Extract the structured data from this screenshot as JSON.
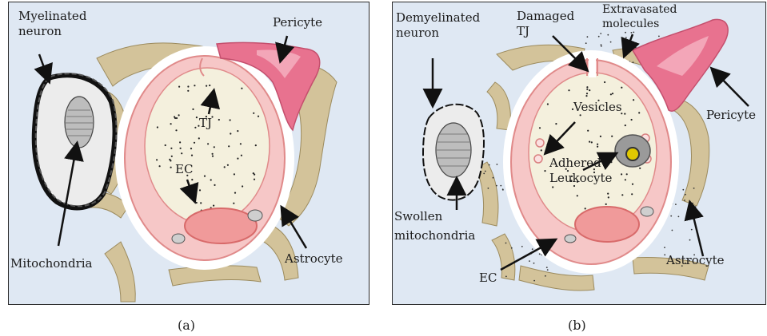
{
  "panel_a": {
    "labels": {
      "myelinated": "Myelinated\nneuron",
      "pericyte": "Pericyte",
      "tj": "TJ",
      "ec": "EC",
      "mitochondria": "Mitochondria",
      "astrocyte": "Astrocyte"
    },
    "caption": "(a)"
  },
  "panel_b": {
    "labels": {
      "demyelinated": "Demyelinated\nneuron",
      "damaged_tj": "Damaged\nTJ",
      "extravasated": "Extravasated\nmolecules",
      "pericyte": "Pericyte",
      "vesicles": "Vesicles",
      "adhered": "Adhered\nLeukocyte",
      "swollen": "Swollen\nmitochondria",
      "astrocyte": "Astrocyte",
      "ec": "EC"
    },
    "caption": "(b)"
  },
  "colors": {
    "background": "#dfe8f3",
    "astrocyte": "#d3c39a",
    "endothelium": "#f6c7c7",
    "lumen": "#f4f0dd",
    "pericyte": "#e8728f",
    "nucleus": "#f09a9a",
    "leukocyte": "#9a9a9a"
  }
}
